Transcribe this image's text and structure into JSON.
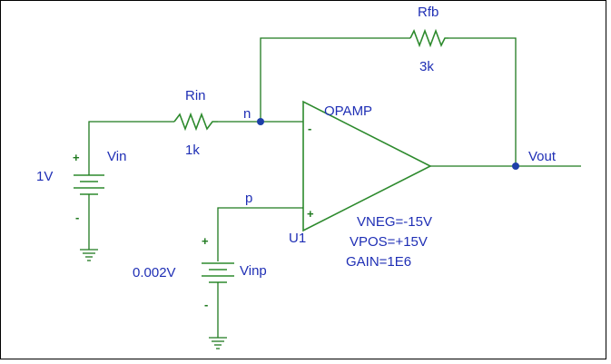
{
  "components": {
    "rfb": {
      "name": "Rfb",
      "value": "3k"
    },
    "rin": {
      "name": "Rin",
      "value": "1k"
    },
    "vin": {
      "name": "Vin",
      "value": "1V",
      "plus": "+",
      "minus": "-"
    },
    "vinp": {
      "name": "Vinp",
      "value": "0.002V",
      "plus": "+",
      "minus": "-"
    },
    "opamp": {
      "model": "OPAMP",
      "ref": "U1",
      "inv_pin": "-",
      "noninv_pin": "+",
      "params": [
        "VNEG=-15V",
        "VPOS=+15V",
        "GAIN=1E6"
      ]
    }
  },
  "nets": {
    "n": "n",
    "p": "p",
    "vout": "Vout"
  },
  "colors": {
    "wire": "#1f7a1f",
    "label": "#1f2fb5",
    "node": "#1d3fa8"
  }
}
